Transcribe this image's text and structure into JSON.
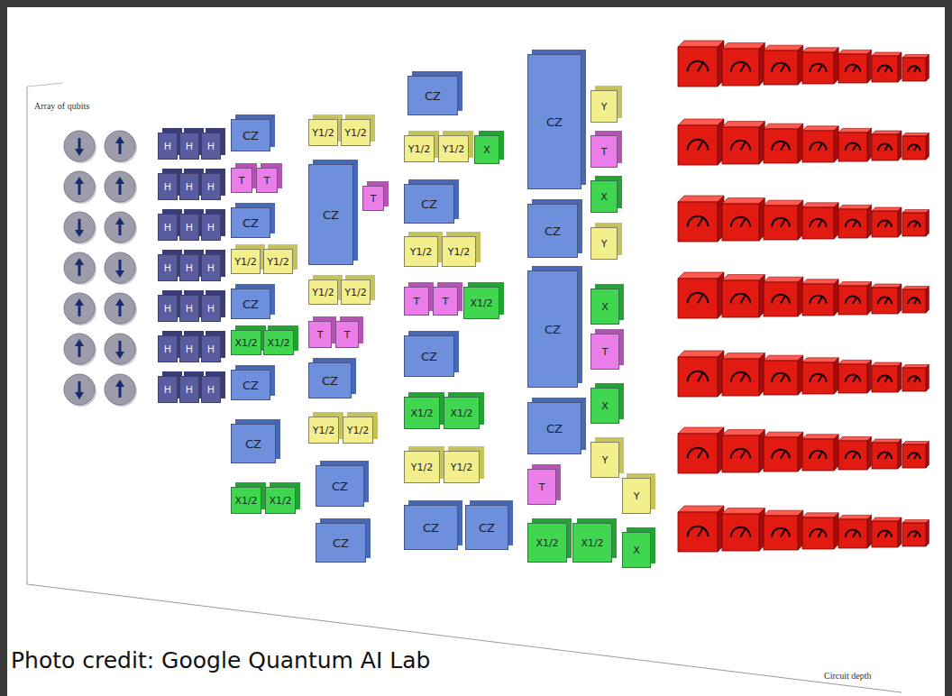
{
  "diagram": {
    "caption": "Photo credit: Google Quantum AI Lab",
    "nodes": [
      {
        "text": [
          "H"
        ]
      },
      {
        "text": [
          "H"
        ]
      },
      {
        "text": [
          "H"
        ]
      },
      {
        "text": [
          "H"
        ]
      },
      {
        "text": [
          "H"
        ]
      },
      {
        "text": [
          "H"
        ]
      },
      {
        "text": [
          "H"
        ]
      },
      {
        "text": [
          "H"
        ]
      },
      {
        "text": [
          "H"
        ]
      },
      {
        "text": [
          "H"
        ]
      },
      {
        "text": [
          "H"
        ]
      },
      {
        "text": [
          "H"
        ]
      },
      {
        "text": [
          "H"
        ]
      },
      {
        "text": [
          "H"
        ]
      },
      {
        "text": [
          "H"
        ]
      },
      {
        "text": [
          "H"
        ]
      },
      {
        "text": [
          "H"
        ]
      },
      {
        "text": [
          "H"
        ]
      },
      {
        "text": [
          "H"
        ]
      },
      {
        "text": [
          "H"
        ]
      },
      {
        "text": [
          "H"
        ]
      },
      {
        "text": [
          "CZ"
        ]
      },
      {
        "text": [
          "T"
        ]
      },
      {
        "text": [
          "T"
        ]
      },
      {
        "text": [
          "CZ"
        ]
      },
      {
        "text": [
          "Y1/2"
        ]
      },
      {
        "text": [
          "Y1/2"
        ]
      },
      {
        "text": [
          "CZ"
        ]
      },
      {
        "text": [
          "X1/2"
        ]
      },
      {
        "text": [
          "X1/2"
        ]
      },
      {
        "text": [
          "CZ"
        ]
      },
      {
        "text": [
          "CZ"
        ]
      },
      {
        "text": [
          "X1/2"
        ]
      },
      {
        "text": [
          "X1/2"
        ]
      },
      {
        "text": [
          "Y1/2"
        ]
      },
      {
        "text": [
          "Y1/2"
        ]
      },
      {
        "text": [
          "CZ"
        ]
      },
      {
        "text": [
          "T"
        ]
      },
      {
        "text": [
          "Y1/2"
        ]
      },
      {
        "text": [
          "Y1/2"
        ]
      },
      {
        "text": [
          "T"
        ]
      },
      {
        "text": [
          "T"
        ]
      },
      {
        "text": [
          "CZ"
        ]
      },
      {
        "text": [
          "Y1/2"
        ]
      },
      {
        "text": [
          "Y1/2"
        ]
      },
      {
        "text": [
          "CZ"
        ]
      },
      {
        "text": [
          "CZ"
        ]
      },
      {
        "text": [
          "CZ"
        ]
      },
      {
        "text": [
          "Y1/2"
        ]
      },
      {
        "text": [
          "Y1/2"
        ]
      },
      {
        "text": [
          "X"
        ]
      },
      {
        "text": [
          "CZ"
        ]
      },
      {
        "text": [
          "Y1/2"
        ]
      },
      {
        "text": [
          "Y1/2"
        ]
      },
      {
        "text": [
          "T"
        ]
      },
      {
        "text": [
          "T"
        ]
      },
      {
        "text": [
          "X1/2"
        ]
      },
      {
        "text": [
          "CZ"
        ]
      },
      {
        "text": [
          "X1/2"
        ]
      },
      {
        "text": [
          "X1/2"
        ]
      },
      {
        "text": [
          "Y1/2"
        ]
      },
      {
        "text": [
          "Y1/2"
        ]
      },
      {
        "text": [
          "CZ"
        ]
      },
      {
        "text": [
          "CZ"
        ]
      },
      {
        "text": [
          "CZ"
        ]
      },
      {
        "text": [
          "Y"
        ]
      },
      {
        "text": [
          "T"
        ]
      },
      {
        "text": [
          "X"
        ]
      },
      {
        "text": [
          "CZ"
        ]
      },
      {
        "text": [
          "Y"
        ]
      },
      {
        "text": [
          "CZ"
        ]
      },
      {
        "text": [
          "X"
        ]
      },
      {
        "text": [
          "T"
        ]
      },
      {
        "text": [
          "X"
        ]
      },
      {
        "text": [
          "CZ"
        ]
      },
      {
        "text": [
          "Y"
        ]
      },
      {
        "text": [
          "T"
        ]
      },
      {
        "text": [
          "X1/2"
        ]
      },
      {
        "text": [
          "X1/2"
        ]
      },
      {
        "text": [
          "Y"
        ]
      },
      {
        "text": [
          "X"
        ]
      }
    ],
    "labels": [
      "Array of qubits",
      "Circuit depth"
    ]
  }
}
